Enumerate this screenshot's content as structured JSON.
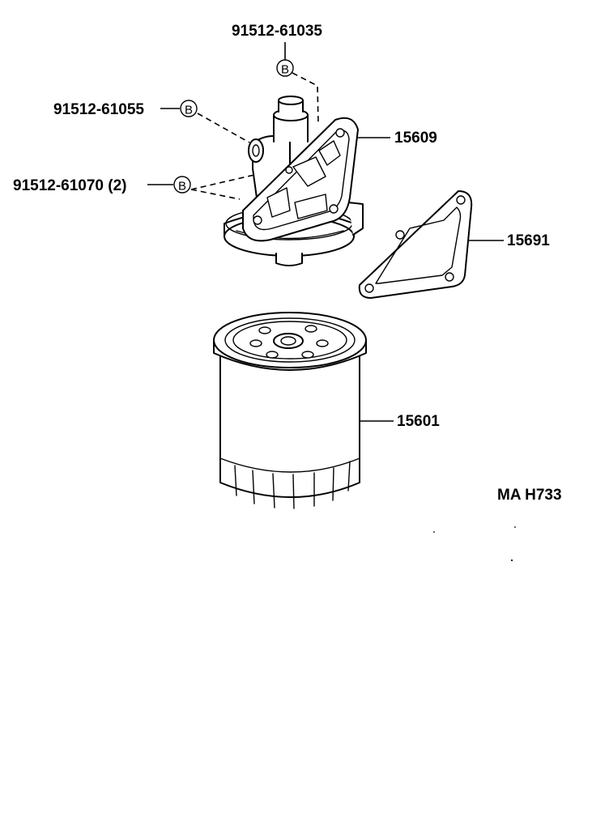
{
  "callouts": {
    "bolt_top": {
      "part_number": "91512-61035",
      "symbol": "B"
    },
    "bolt_mid": {
      "part_number": "91512-61055",
      "symbol": "B"
    },
    "bolt_low": {
      "part_number": "91512-61070 (2)",
      "symbol": "B"
    },
    "bracket": {
      "part_number": "15609"
    },
    "gasket": {
      "part_number": "15691"
    },
    "filter": {
      "part_number": "15601"
    }
  },
  "figure_code": "MA H733"
}
